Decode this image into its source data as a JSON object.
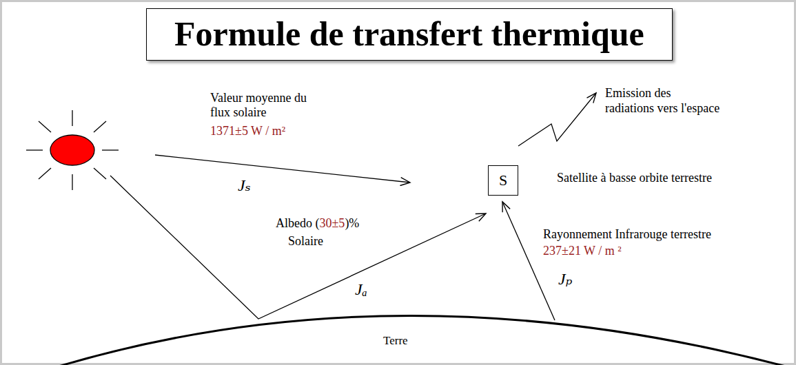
{
  "diagram": {
    "title": "Formule de transfert thermique",
    "nodes": [
      {
        "text": [
          "S"
        ]
      }
    ],
    "labels": [
      "Valeur moyenne du flux solaire",
      "1371±5 W / m²",
      "Jₛ",
      "Emission des",
      "radiations vers l'espace",
      "Satellite à basse orbite terrestre",
      "Albedo (",
      "30±5",
      ")%",
      "Solaire",
      "Jₐ",
      "Rayonnement Infrarouge terrestre",
      "237±21 W / m ²",
      "Jₚ",
      "Terre"
    ]
  }
}
